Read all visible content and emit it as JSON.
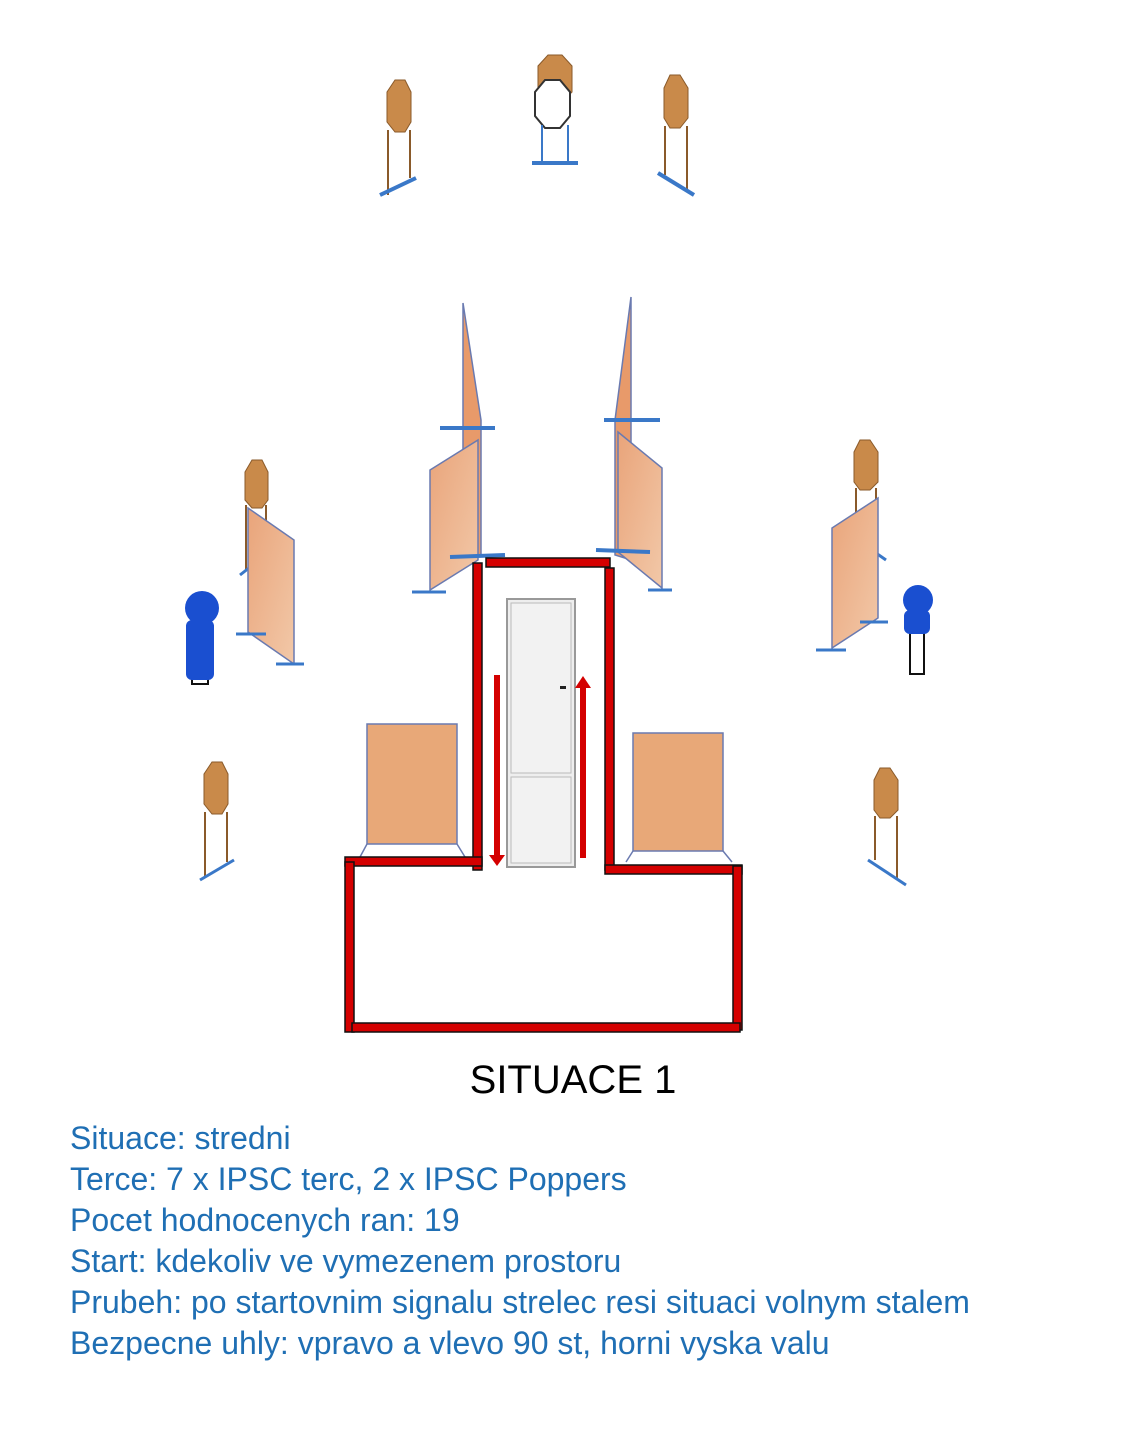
{
  "caption": "SITUACE 1",
  "lines": [
    "Situace: stredni",
    "Terce: 7 x IPSC terc, 2 x IPSC Poppers",
    "Pocet hodnocenych ran: 19",
    "Start: kdekoliv ve vymezenem prostoru",
    "Prubeh: po startovnim signalu strelec resi situaci volnym stalem",
    "Bezpecne uhly: vpravo a vlevo 90 st, horni vyska valu"
  ],
  "colors": {
    "wall": "#d40000",
    "barrier": "#e8a878",
    "stand": "#3a78c8",
    "target": "#c98a4a",
    "shooter": "#1a4fd0",
    "text": "#1f6fb4"
  },
  "icons": {
    "target": "ipsc-target-icon",
    "popper": "popper-icon",
    "shooter": "no-shoot-figure-icon",
    "door": "door-icon",
    "arrow": "movement-arrow-icon"
  }
}
